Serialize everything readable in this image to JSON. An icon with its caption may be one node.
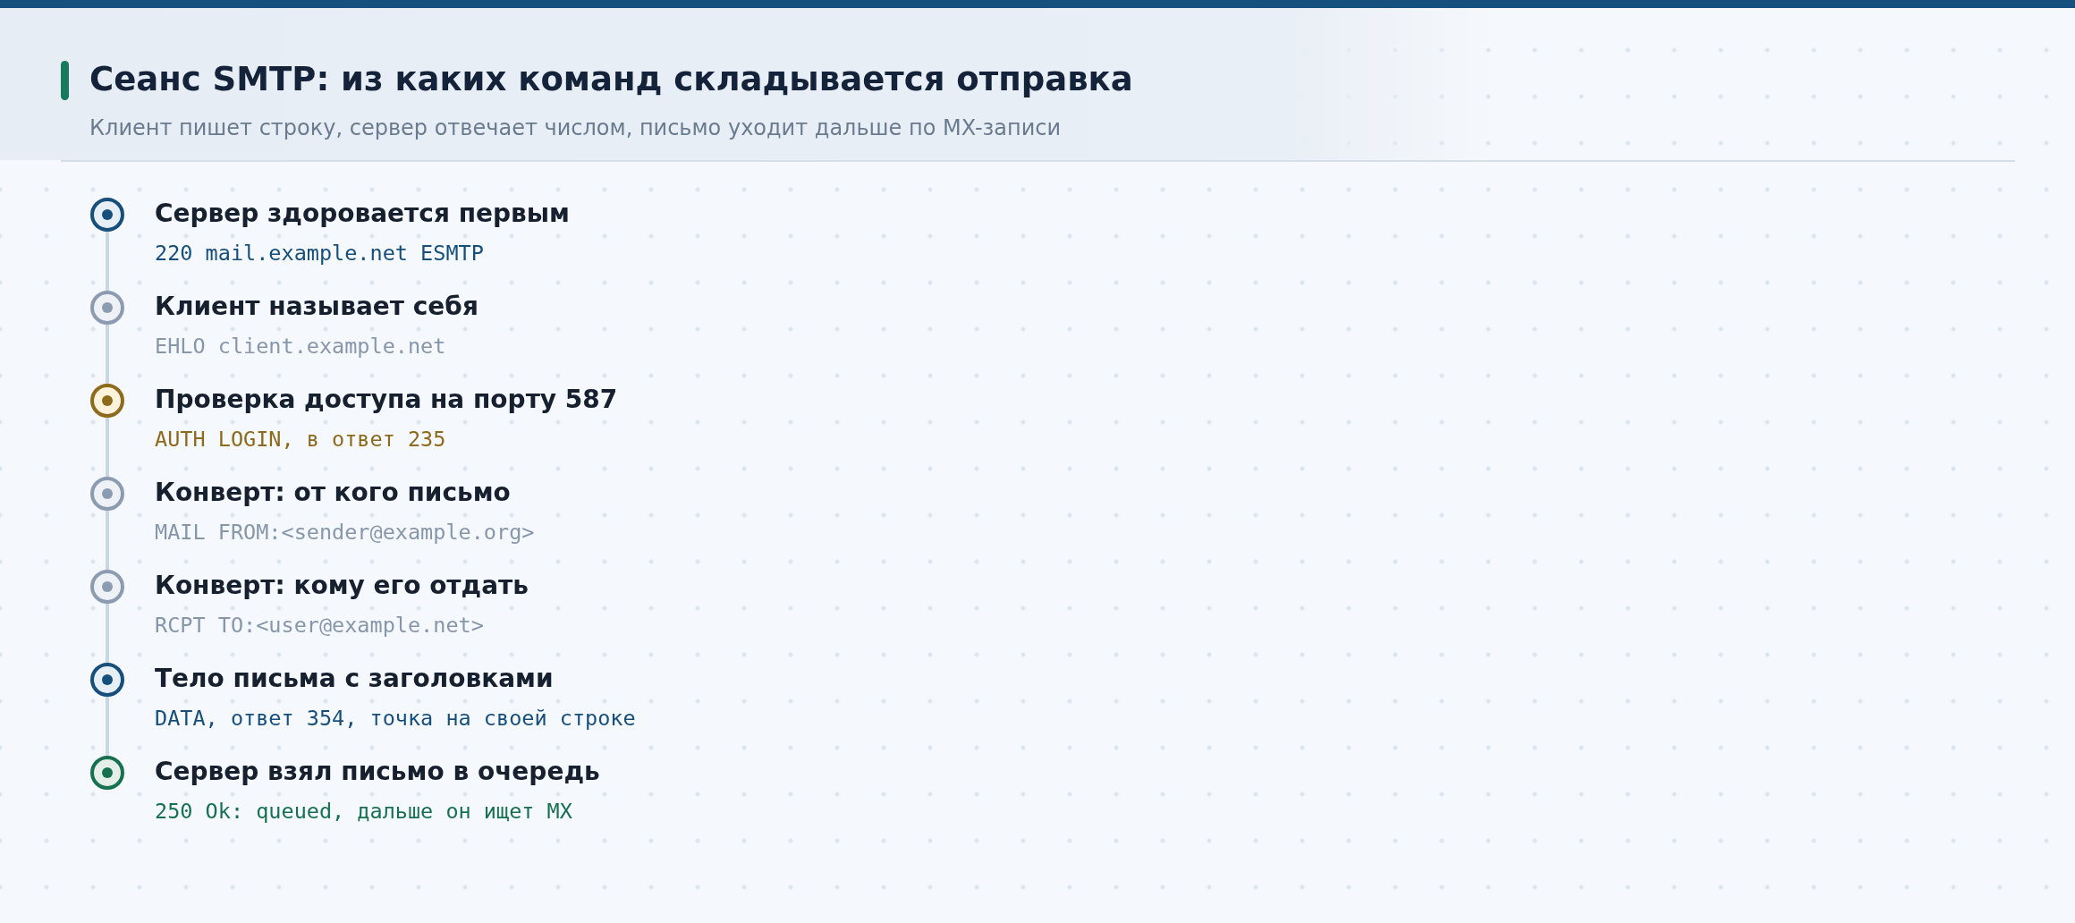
{
  "diagram": {
    "title": "Сеанс SMTP: из каких команд складывается отправка",
    "labels": [
      "Клиент пишет строку, сервер отвечает числом, письмо уходит дальше по MX-записи"
    ],
    "nodes": [
      {
        "text": [],
        "shape": "circle",
        "beside": [
          "Сервер здоровается первым",
          "220 mail.example.net ESMTP"
        ]
      },
      {
        "text": [],
        "shape": "circle",
        "beside": [
          "Клиент называет себя",
          "EHLO client.example.net"
        ]
      },
      {
        "text": [],
        "shape": "circle",
        "beside": [
          "Проверка доступа на порту 587",
          "AUTH LOGIN, в ответ 235"
        ]
      },
      {
        "text": [],
        "shape": "circle",
        "beside": [
          "Конверт: от кого письмо",
          "MAIL FROM:<sender@example.org>"
        ]
      },
      {
        "text": [],
        "shape": "circle",
        "beside": [
          "Конверт: кому его отдать",
          "RCPT TO:<user@example.net>"
        ]
      },
      {
        "text": [],
        "shape": "circle",
        "beside": [
          "Тело письма с заголовками",
          "DATA, ответ 354, точка на своей строке"
        ]
      },
      {
        "text": [],
        "shape": "circle",
        "beside": [
          "Сервер взял письмо в очередь",
          "250 Ok: queued, дальше он ищет MX"
        ]
      }
    ],
    "edges": [
      {
        "from": 0,
        "to": 1,
        "arrow": "none"
      },
      {
        "from": 1,
        "to": 2,
        "arrow": "none"
      },
      {
        "from": 2,
        "to": 3,
        "arrow": "none"
      },
      {
        "from": 3,
        "to": 4,
        "arrow": "none"
      },
      {
        "from": 4,
        "to": 5,
        "arrow": "none"
      },
      {
        "from": 5,
        "to": 6,
        "arrow": "none"
      }
    ]
  }
}
